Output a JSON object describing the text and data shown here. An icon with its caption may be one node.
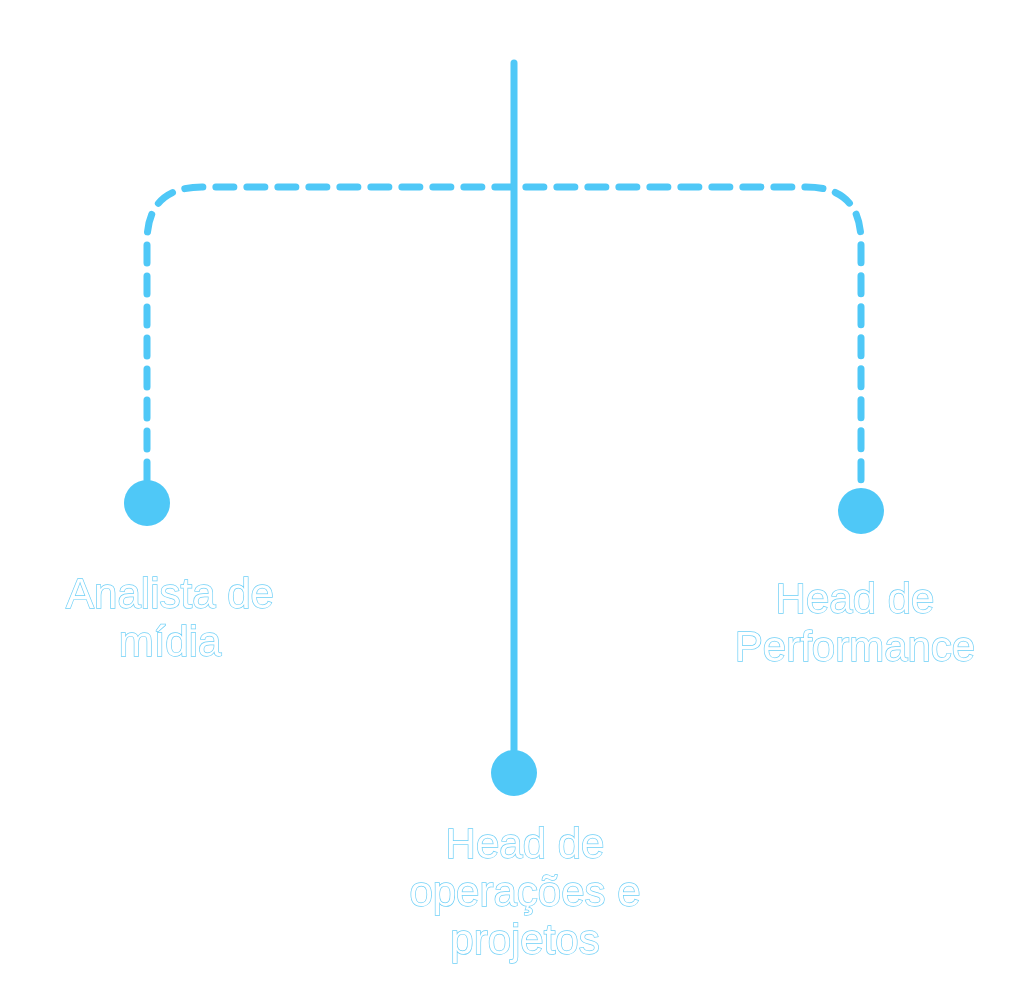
{
  "diagram": {
    "nodes": [
      {
        "text": [],
        "shape": "circle",
        "beside": [
          "Analista de mídia"
        ]
      },
      {
        "text": [],
        "shape": "circle",
        "beside": [
          "Head de Performance"
        ]
      },
      {
        "text": [],
        "shape": "circle",
        "beside": [
          "Head de operações e projetos"
        ]
      }
    ],
    "edges": [
      {
        "from": 0,
        "to": 1,
        "arrow": "none",
        "style": "dashed"
      },
      {
        "from": null,
        "to": 2,
        "arrow": "none"
      }
    ]
  }
}
